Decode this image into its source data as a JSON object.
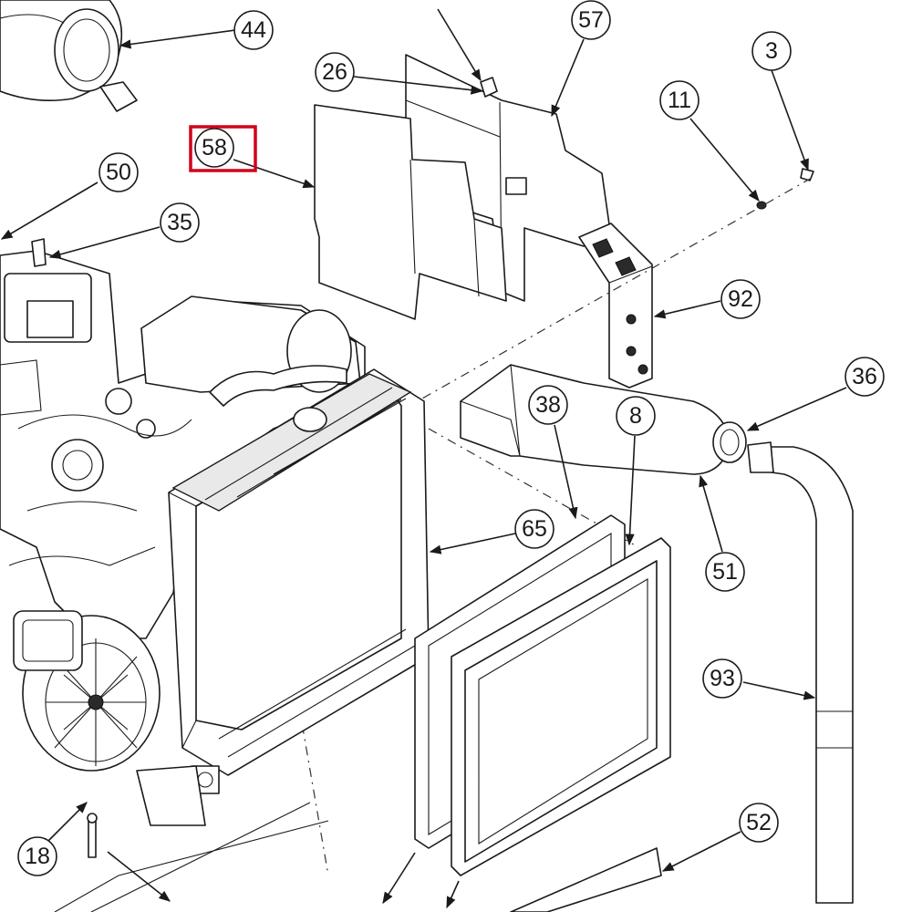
{
  "callouts": [
    {
      "id": "44",
      "label": "44"
    },
    {
      "id": "57",
      "label": "57"
    },
    {
      "id": "26",
      "label": "26"
    },
    {
      "id": "3",
      "label": "3"
    },
    {
      "id": "11",
      "label": "11"
    },
    {
      "id": "58",
      "label": "58"
    },
    {
      "id": "50",
      "label": "50"
    },
    {
      "id": "35",
      "label": "35"
    },
    {
      "id": "92",
      "label": "92"
    },
    {
      "id": "36",
      "label": "36"
    },
    {
      "id": "38",
      "label": "38"
    },
    {
      "id": "8",
      "label": "8"
    },
    {
      "id": "65",
      "label": "65"
    },
    {
      "id": "51",
      "label": "51"
    },
    {
      "id": "93",
      "label": "93"
    },
    {
      "id": "52",
      "label": "52"
    },
    {
      "id": "18",
      "label": "18"
    }
  ],
  "highlight": {
    "callout": "58",
    "color": "#d0021b"
  }
}
